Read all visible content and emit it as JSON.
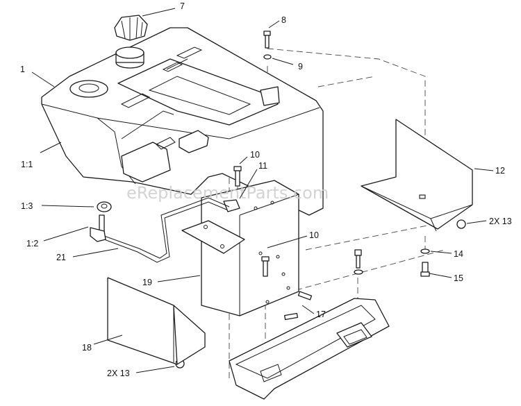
{
  "watermark": "eReplacementParts.com",
  "labels": {
    "p1": "1",
    "p1_1": "1:1",
    "p1_2": "1:2",
    "p1_3": "1:3",
    "p7": "7",
    "p8": "8",
    "p9": "9",
    "p10a": "10",
    "p10b": "10",
    "p11": "11",
    "p12": "12",
    "p13a": "2X 13",
    "p13b": "2X 13",
    "p14": "14",
    "p15": "15",
    "p17": "17",
    "p18": "18",
    "p19": "19",
    "p21": "21"
  }
}
